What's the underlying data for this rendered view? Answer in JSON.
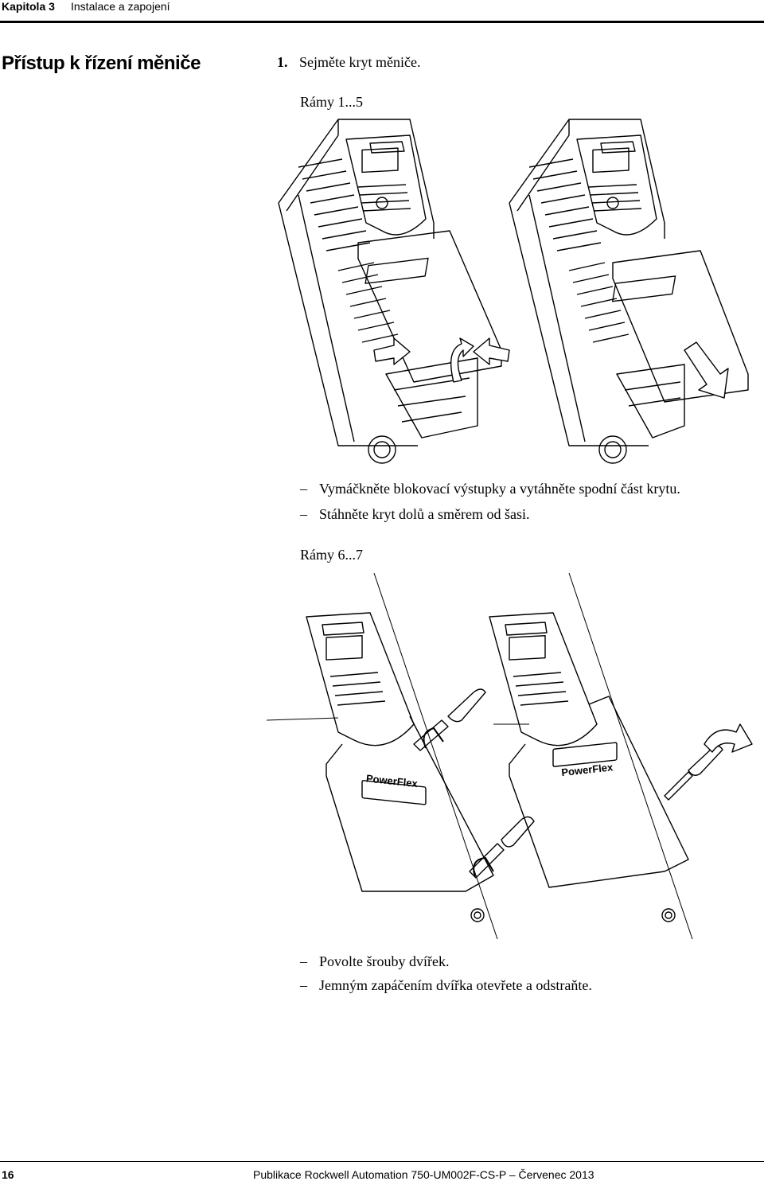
{
  "header": {
    "chapter": "Kapitola 3",
    "section": "Instalace a zapojení"
  },
  "section_title": "Přístup k řízení měniče",
  "step": {
    "number": "1.",
    "text": "Sejměte kryt měniče."
  },
  "frames_a": {
    "label": "Rámy 1...5",
    "bullets": [
      "Vymáčkněte blokovací výstupky a vytáhněte spodní část krytu.",
      "Stáhněte kryt dolů a směrem od šasi."
    ]
  },
  "frames_b": {
    "label": "Rámy 6...7",
    "bullets": [
      "Povolte šrouby dvířek.",
      "Jemným zapáčením dvířka otevřete a odstraňte."
    ]
  },
  "figure_b": {
    "logo_left": "PowerFlex",
    "logo_right": "PowerFlex"
  },
  "footer": {
    "page": "16",
    "publication": "Publikace Rockwell Automation 750-UM002F-CS-P – Červenec 2013"
  }
}
